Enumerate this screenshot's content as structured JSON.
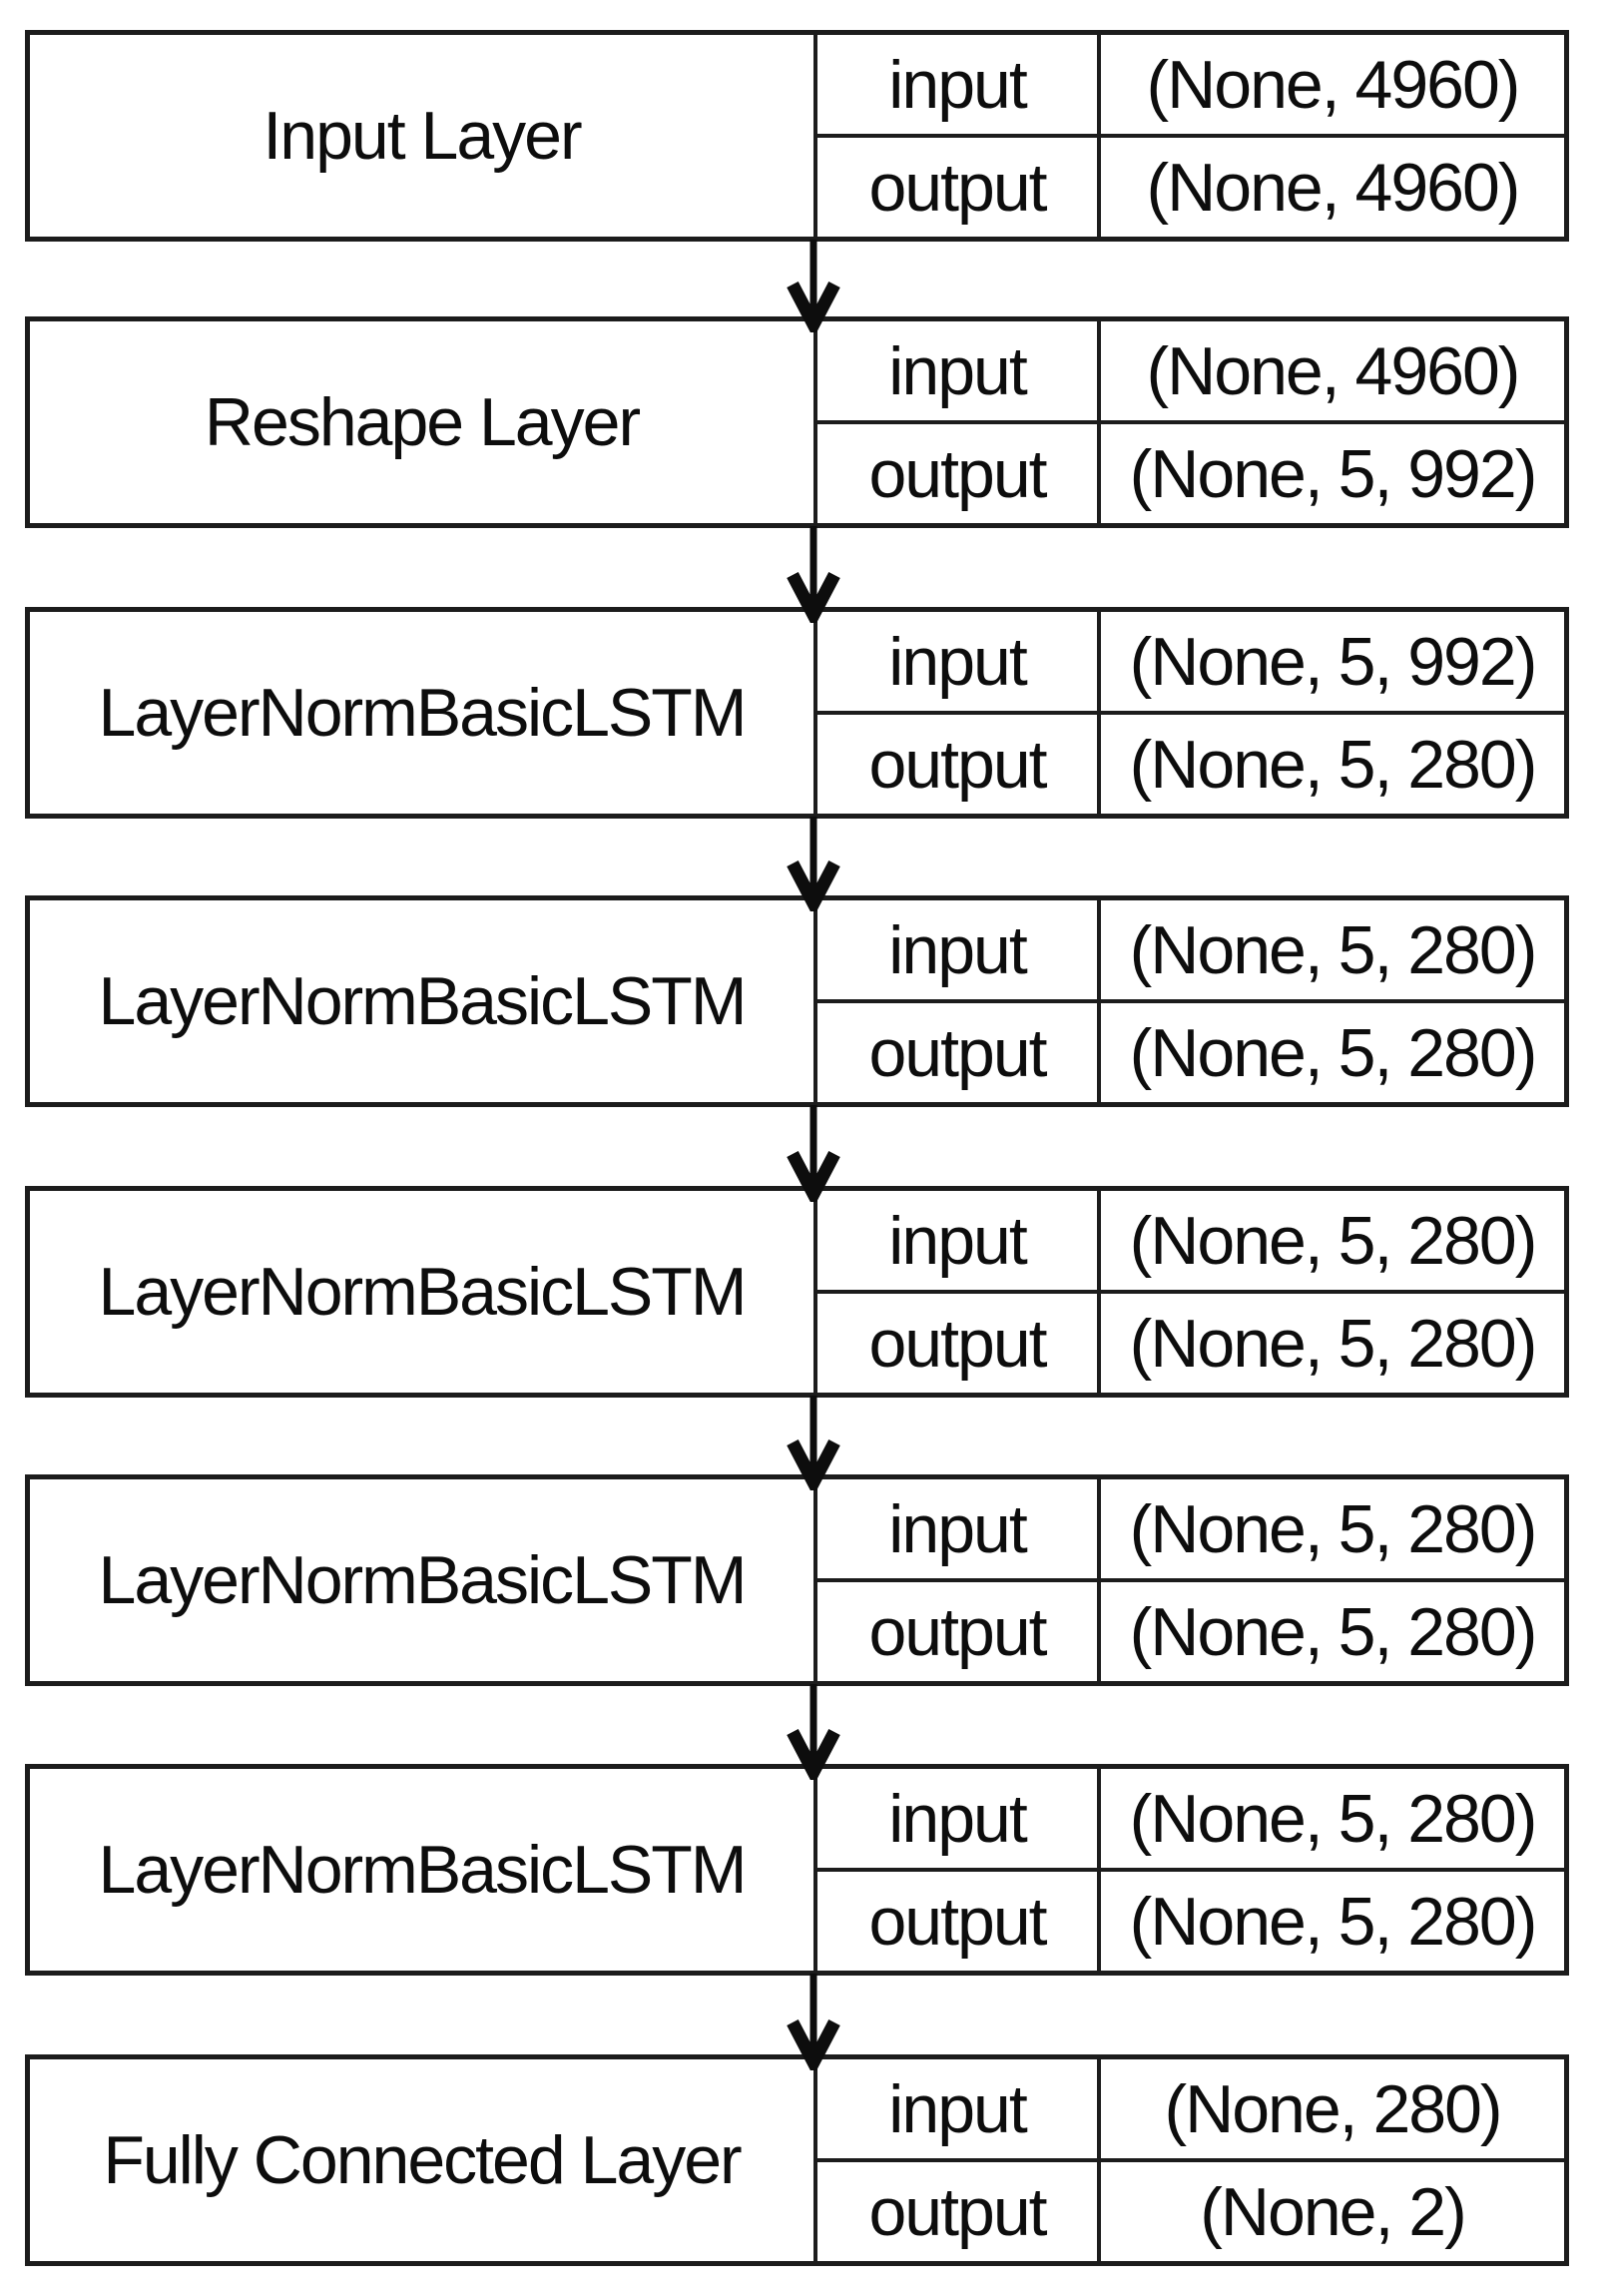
{
  "diagram": {
    "io_labels": {
      "input": "input",
      "output": "output"
    },
    "layers": [
      {
        "name": "Input Layer",
        "input_shape": "(None, 4960)",
        "output_shape": "(None, 4960)"
      },
      {
        "name": "Reshape Layer",
        "input_shape": "(None, 4960)",
        "output_shape": "(None, 5, 992)"
      },
      {
        "name": "LayerNormBasicLSTM",
        "input_shape": "(None, 5, 992)",
        "output_shape": "(None, 5, 280)"
      },
      {
        "name": "LayerNormBasicLSTM",
        "input_shape": "(None, 5, 280)",
        "output_shape": "(None, 5, 280)"
      },
      {
        "name": "LayerNormBasicLSTM",
        "input_shape": "(None, 5, 280)",
        "output_shape": "(None, 5, 280)"
      },
      {
        "name": "LayerNormBasicLSTM",
        "input_shape": "(None, 5, 280)",
        "output_shape": "(None, 5, 280)"
      },
      {
        "name": "LayerNormBasicLSTM",
        "input_shape": "(None, 5, 280)",
        "output_shape": "(None, 5, 280)"
      },
      {
        "name": "Fully Connected Layer",
        "input_shape": "(None, 280)",
        "output_shape": "(None, 2)"
      }
    ],
    "colors": {
      "border": "#1c1c1c",
      "background": "#ffffff",
      "text": "#0d0d0d",
      "arrow": "#0d0d0d"
    }
  }
}
